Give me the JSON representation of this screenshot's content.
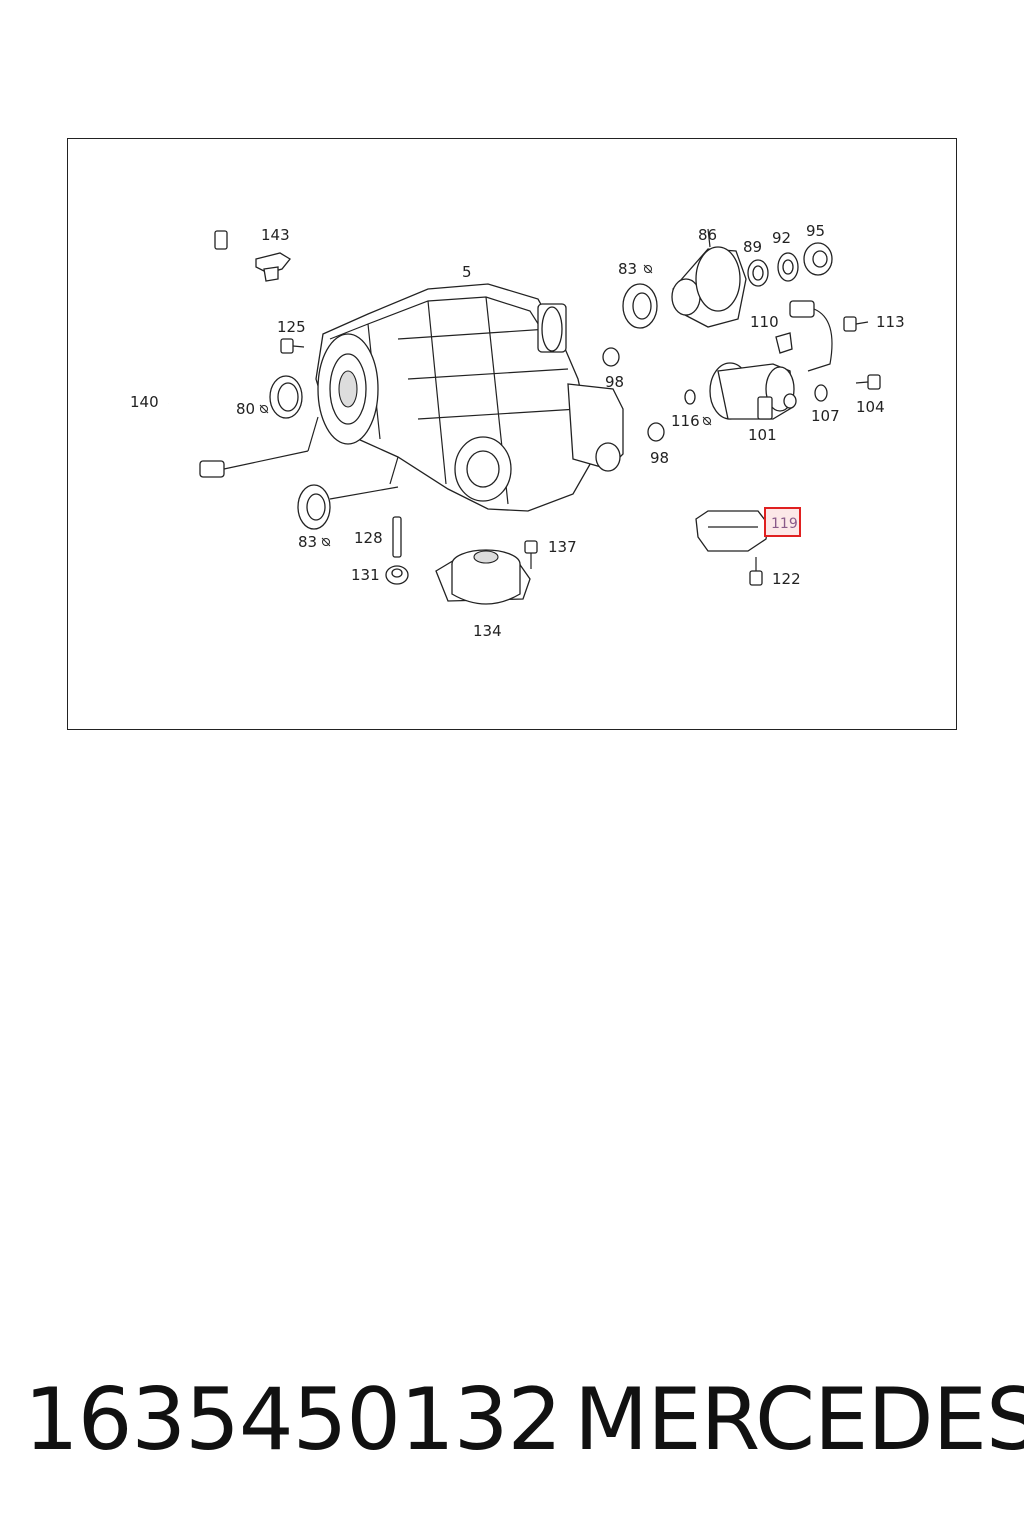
{
  "diagram": {
    "labels": {
      "l143": "143",
      "l5": "5",
      "l86": "86",
      "l89": "89",
      "l92": "92",
      "l95": "95",
      "l83a": "83",
      "l125": "125",
      "l110": "110",
      "l113": "113",
      "l98a": "98",
      "l140": "140",
      "l80": "80",
      "l116": "116",
      "l101": "101",
      "l107": "107",
      "l104": "104",
      "l98b": "98",
      "l83b": "83",
      "l128": "128",
      "l137": "137",
      "l119": "119",
      "l131": "131",
      "l122": "122",
      "l134": "134"
    },
    "highlighted_label": "119",
    "highlight_color": "#e02020"
  },
  "footer": {
    "part_number": "1635450132",
    "brand": "MERCEDES"
  }
}
